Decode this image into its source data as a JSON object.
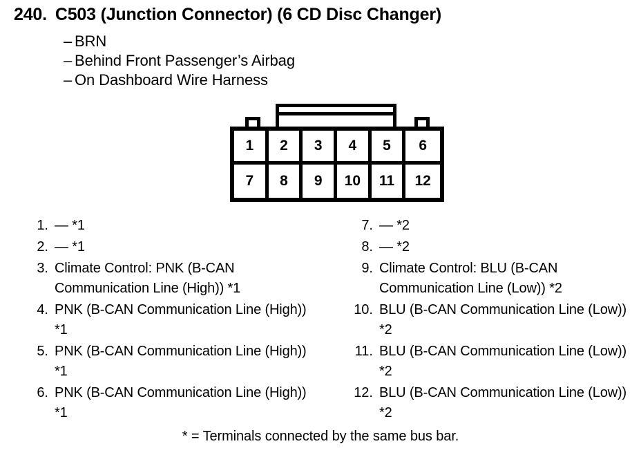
{
  "header": {
    "number": "240.",
    "title": "C503 (Junction Connector) (6 CD Disc Changer)",
    "sub_lines": [
      {
        "dash": "–",
        "text": "BRN"
      },
      {
        "dash": "–",
        "text": "Behind Front Passenger’s Airbag"
      },
      {
        "dash": "–",
        "text": "On Dashboard Wire Harness"
      }
    ]
  },
  "connector": {
    "rows": [
      [
        "1",
        "2",
        "3",
        "4",
        "5",
        "6"
      ],
      [
        "7",
        "8",
        "9",
        "10",
        "11",
        "12"
      ]
    ]
  },
  "pins": {
    "left": [
      {
        "num": "1.",
        "text": "— *1"
      },
      {
        "num": "2.",
        "text": "— *1"
      },
      {
        "num": "3.",
        "text": "Climate Control: PNK (B-CAN Communication Line (High)) *1"
      },
      {
        "num": "4.",
        "text": "PNK (B-CAN Communication Line (High)) *1"
      },
      {
        "num": "5.",
        "text": "PNK (B-CAN Communication Line (High)) *1"
      },
      {
        "num": "6.",
        "text": "PNK (B-CAN Communication Line (High)) *1"
      }
    ],
    "right": [
      {
        "num": "7.",
        "text": "— *2"
      },
      {
        "num": "8.",
        "text": "— *2"
      },
      {
        "num": "9.",
        "text": "Climate Control: BLU (B-CAN Communication Line (Low)) *2"
      },
      {
        "num": "10.",
        "text": "BLU (B-CAN Communication Line (Low)) *2"
      },
      {
        "num": "11.",
        "text": "BLU (B-CAN Communication Line (Low)) *2"
      },
      {
        "num": "12.",
        "text": "BLU (B-CAN Communication Line (Low)) *2"
      }
    ]
  },
  "footnote": "* = Terminals connected by the same bus bar.",
  "colors": {
    "ink": "#000000",
    "page": "#ffffff"
  }
}
